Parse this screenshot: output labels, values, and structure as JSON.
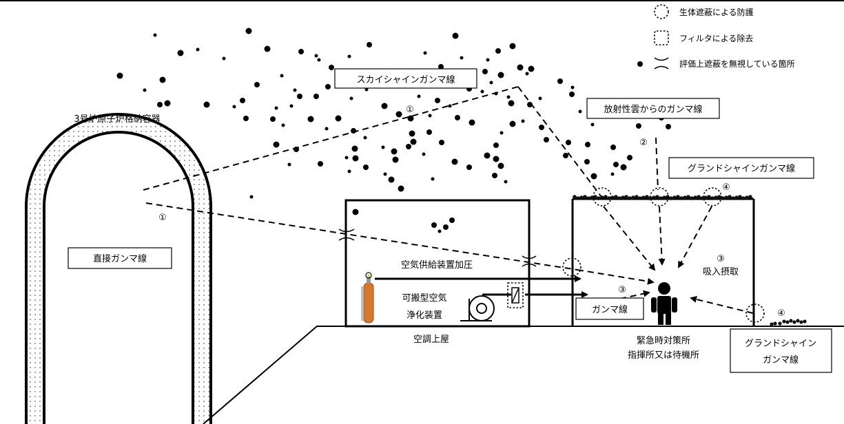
{
  "legend": {
    "shielding": "生体遮蔽による防護",
    "filter": "フィルタによる除去",
    "ignored": "評価上遮蔽を無視している箇所"
  },
  "labels": {
    "containment": "3号炉原子炉格納容器",
    "skyshine": "スカイシャインガンマ線",
    "cloud": "放射性雲からのガンマ線",
    "groundshine_top": "グランドシャインガンマ線",
    "direct": "直接ガンマ線",
    "pressurize": "空気供給装置加圧",
    "purifier_line1": "可搬型空気",
    "purifier_line2": "浄化装置",
    "ac_building": "空調上屋",
    "gamma": "ガンマ線",
    "inhalation": "吸入摂取",
    "center_line1": "緊急時対策所",
    "center_line2": "指揮所又は待機所",
    "groundshine_line1": "グランドシャイン",
    "groundshine_line2": "ガンマ線"
  },
  "markers": {
    "one": "①",
    "two": "②",
    "three": "③",
    "four": "④"
  }
}
